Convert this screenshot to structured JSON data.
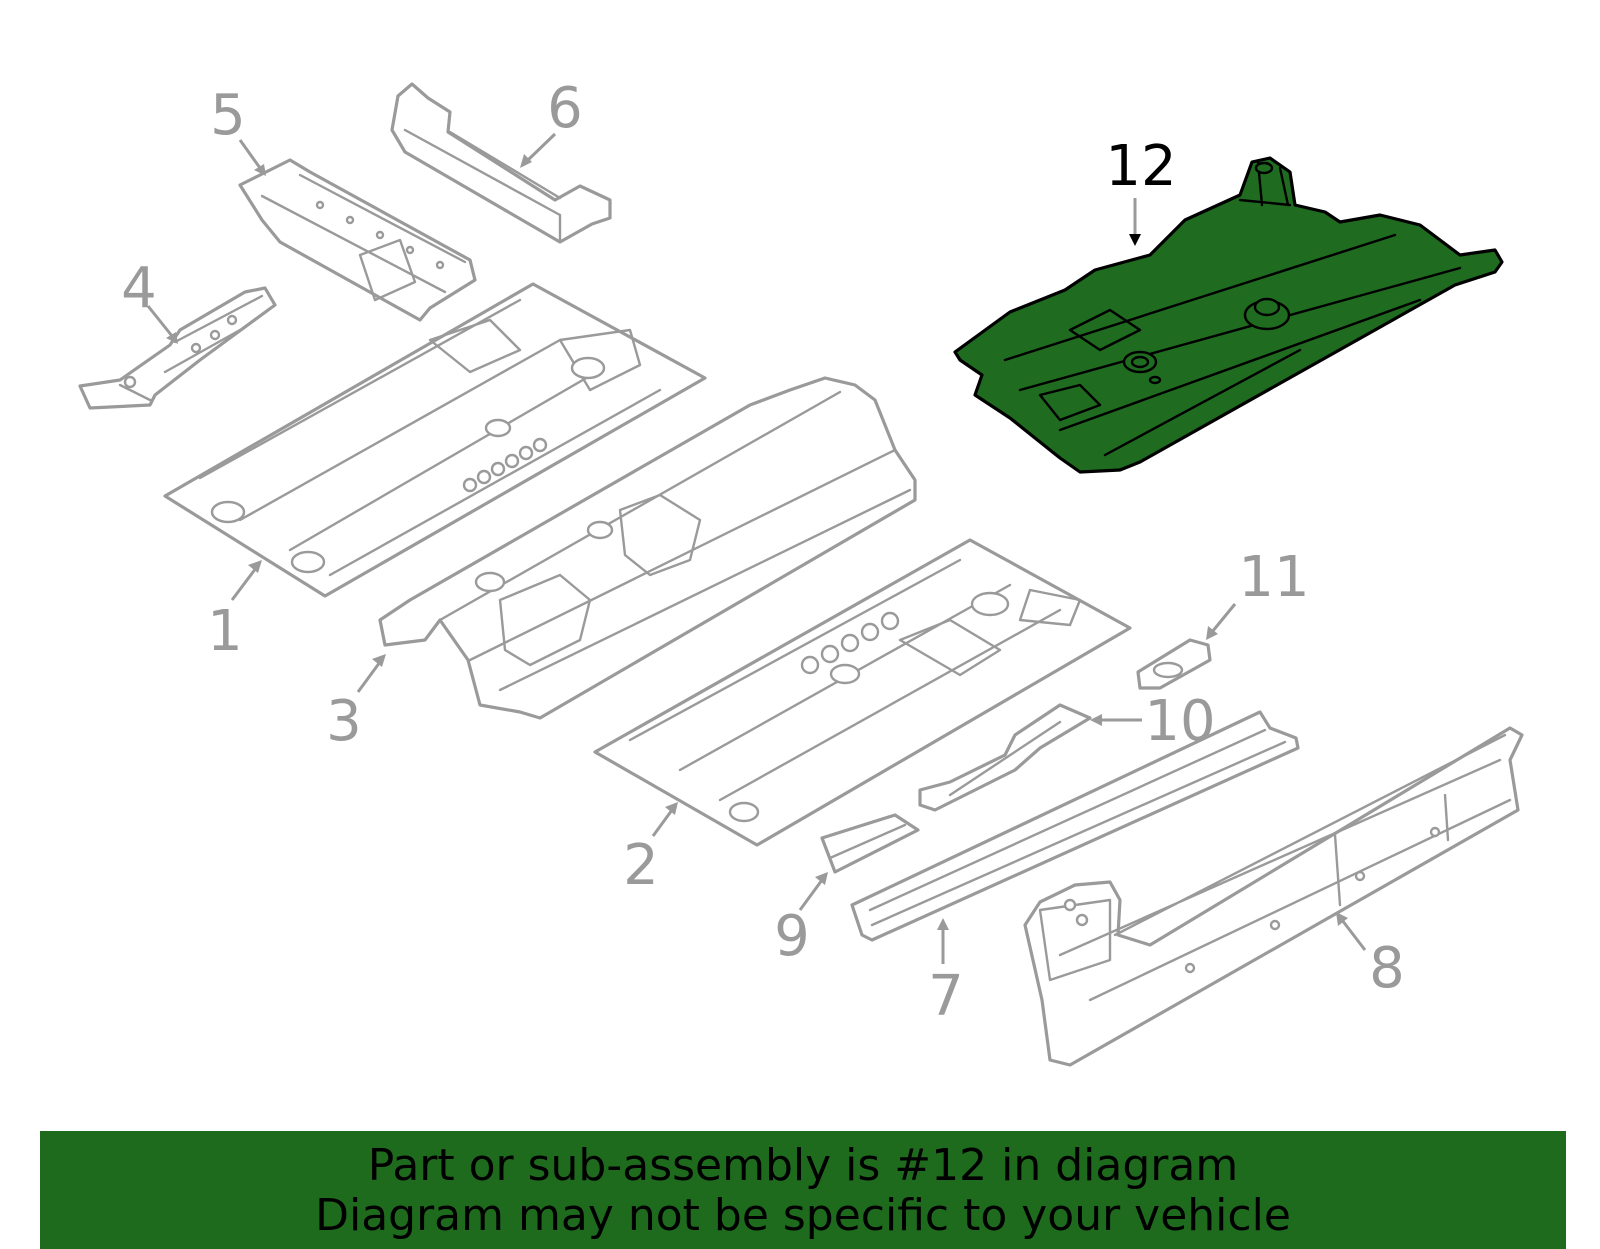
{
  "callouts": {
    "c1": "1",
    "c2": "2",
    "c3": "3",
    "c4": "4",
    "c5": "5",
    "c6": "6",
    "c7": "7",
    "c8": "8",
    "c9": "9",
    "c10": "10",
    "c11": "11",
    "c12": "12"
  },
  "highlighted_part": "12",
  "banner": {
    "line1": "Part or sub-assembly is #12 in diagram",
    "line2": "Diagram may not be specific to your vehicle"
  },
  "colors": {
    "highlight_fill": "#1f6b1f",
    "banner_bg": "#1e6b1e",
    "part_outline": "#9a9a9a",
    "highlight_outline": "#000000"
  }
}
